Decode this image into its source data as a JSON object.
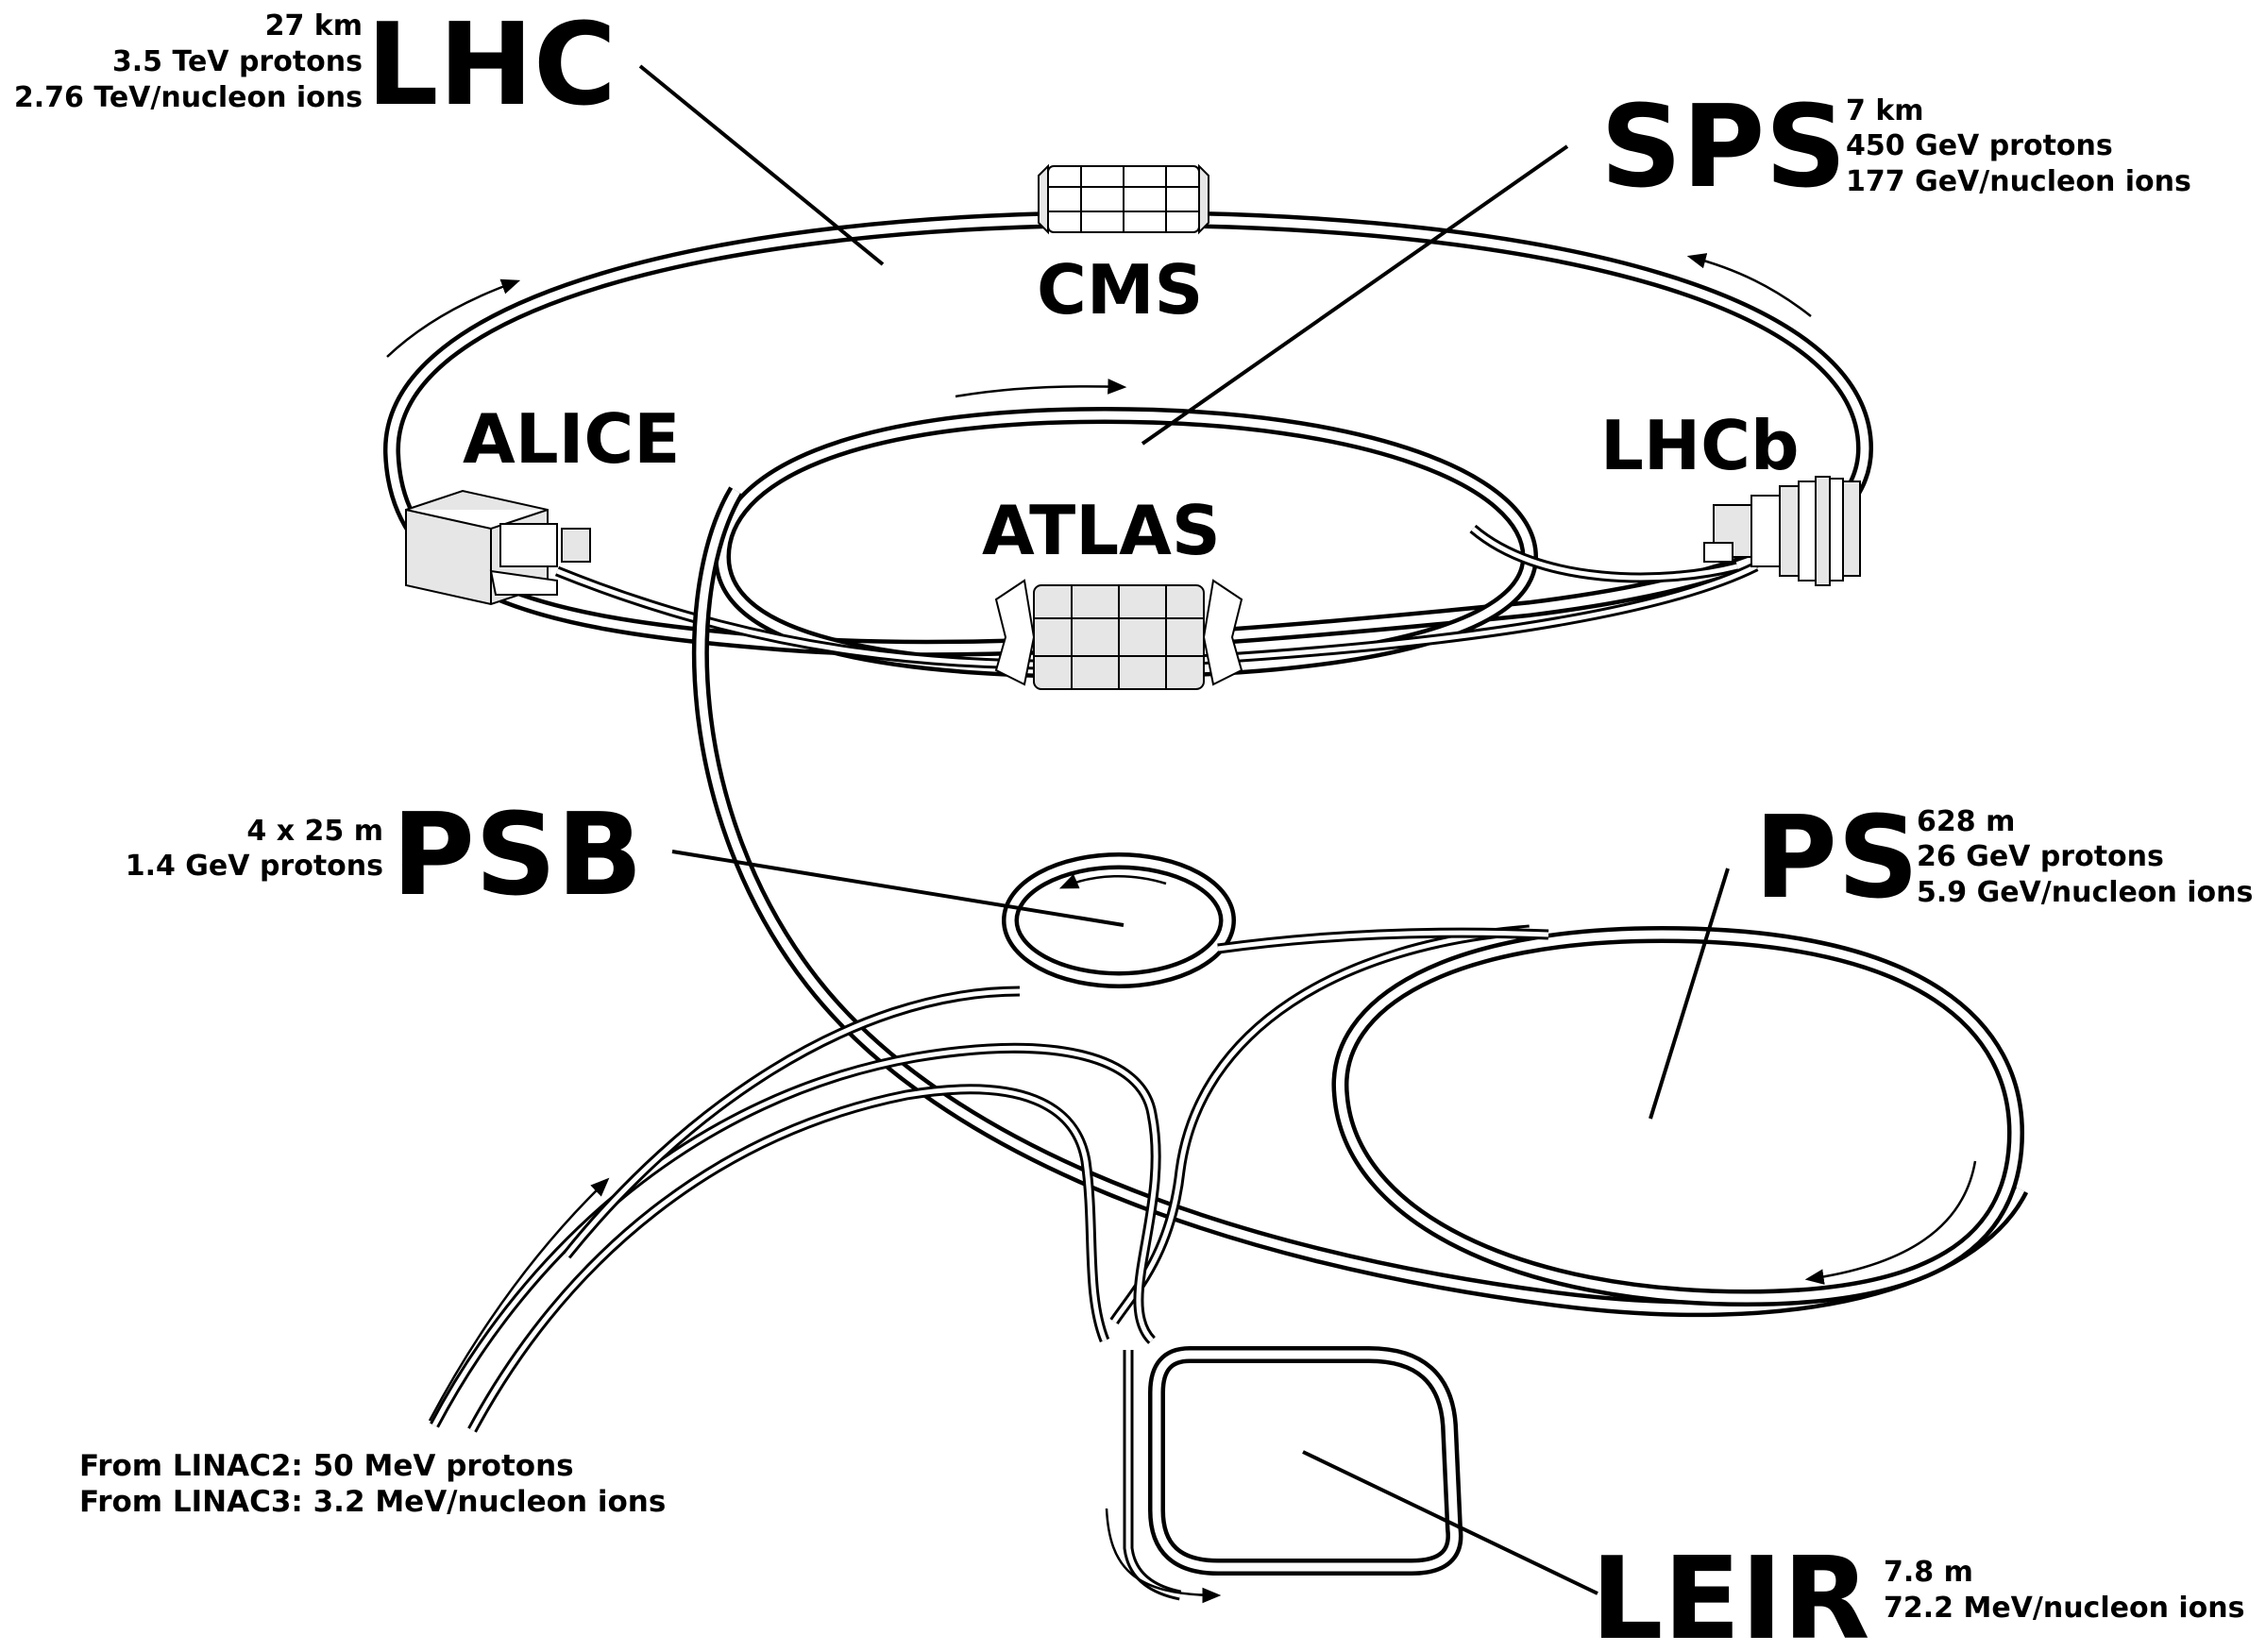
{
  "machines": {
    "lhc": {
      "name": "LHC",
      "specs": [
        "27 km",
        "3.5 TeV protons",
        "2.76 TeV/nucleon ions"
      ]
    },
    "sps": {
      "name": "SPS",
      "specs": [
        "7 km",
        "450 GeV protons",
        "177 GeV/nucleon ions"
      ]
    },
    "psb": {
      "name": "PSB",
      "specs": [
        "4 x 25 m",
        "1.4 GeV protons"
      ]
    },
    "ps": {
      "name": "PS",
      "specs": [
        "628 m",
        "26 GeV protons",
        "5.9 GeV/nucleon ions"
      ]
    },
    "leir": {
      "name": "LEIR",
      "specs": [
        "7.8 m",
        "72.2 MeV/nucleon ions"
      ]
    }
  },
  "experiments": {
    "cms": "CMS",
    "alice": "ALICE",
    "atlas": "ATLAS",
    "lhcb": "LHCb"
  },
  "injection": {
    "lines": [
      "From LINAC2: 50 MeV protons",
      "From LINAC3: 3.2 MeV/nucleon ions"
    ]
  }
}
